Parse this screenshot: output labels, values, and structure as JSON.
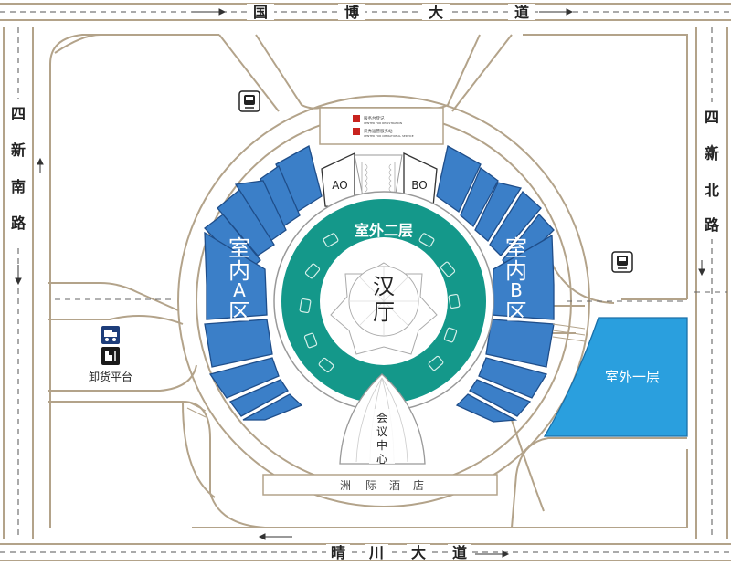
{
  "roads": {
    "top": [
      "国",
      "博",
      "大",
      "道"
    ],
    "bottom": [
      "晴",
      "川",
      "大",
      "道"
    ],
    "left": [
      "四",
      "新",
      "南",
      "路"
    ],
    "right": [
      "四",
      "新",
      "北",
      "路"
    ]
  },
  "zones": {
    "indoor_a": [
      "室",
      "内",
      "A",
      "区"
    ],
    "indoor_b": [
      "室",
      "内",
      "B",
      "区"
    ],
    "outdoor_second_floor": "室外二层",
    "outdoor_first_floor": "室外一层",
    "han_hall": [
      "汉",
      "厅"
    ],
    "conference_center": [
      "会",
      "议",
      "中",
      "心"
    ],
    "hotel": [
      "洲",
      "际",
      "酒",
      "店"
    ],
    "ao": "AO",
    "bo": "BO",
    "unloading_platform": "卸货平台"
  },
  "top_notice": {
    "line1_cn": "服务台登记",
    "line1_en": "CENTER FOR REGISTRATION",
    "line2_cn": "汉秀运营服务站",
    "line2_en": "CENTER FOR OPERATIONAL SERVICE"
  },
  "colors": {
    "hall_blue": "#3b7fc8",
    "teal": "#14988a",
    "sky_blue": "#2a9fde",
    "road_border": "#b3a38a",
    "background": "#f3f3f3"
  },
  "icons": [
    "metro-icon",
    "metro-icon",
    "truck-icon",
    "forklift-icon"
  ]
}
